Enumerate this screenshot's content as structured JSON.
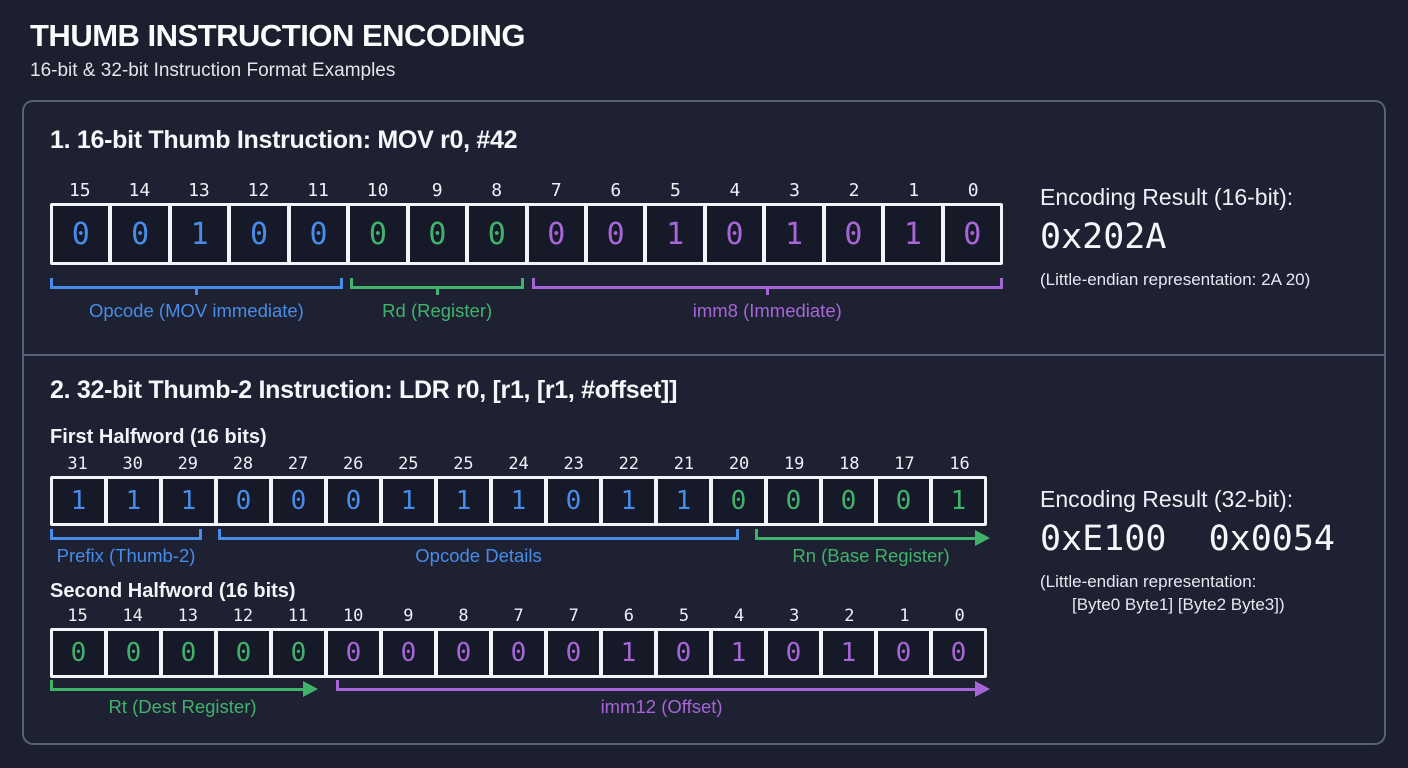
{
  "header": {
    "title": "THUMB INSTRUCTION ENCODING",
    "subtitle": "16-bit & 32-bit Instruction Format Examples"
  },
  "colors": {
    "blue": "#478ce8",
    "green": "#41b26c",
    "purple": "#a765d8"
  },
  "section1": {
    "heading": "1. 16-bit Thumb Instruction: MOV r0, #42",
    "bits": [
      {
        "label": "15",
        "value": "0",
        "color": "blue"
      },
      {
        "label": "14",
        "value": "0",
        "color": "blue"
      },
      {
        "label": "13",
        "value": "1",
        "color": "blue"
      },
      {
        "label": "12",
        "value": "0",
        "color": "blue"
      },
      {
        "label": "11",
        "value": "0",
        "color": "blue"
      },
      {
        "label": "10",
        "value": "0",
        "color": "green"
      },
      {
        "label": "9",
        "value": "0",
        "color": "green"
      },
      {
        "label": "8",
        "value": "0",
        "color": "green"
      },
      {
        "label": "7",
        "value": "0",
        "color": "purple"
      },
      {
        "label": "6",
        "value": "0",
        "color": "purple"
      },
      {
        "label": "5",
        "value": "1",
        "color": "purple"
      },
      {
        "label": "4",
        "value": "0",
        "color": "purple"
      },
      {
        "label": "3",
        "value": "1",
        "color": "purple"
      },
      {
        "label": "2",
        "value": "0",
        "color": "purple"
      },
      {
        "label": "1",
        "value": "1",
        "color": "purple"
      },
      {
        "label": "0",
        "value": "0",
        "color": "purple"
      }
    ],
    "fields": [
      {
        "label": "Opcode (MOV immediate)",
        "color": "blue",
        "cells": 5,
        "style": "brace"
      },
      {
        "label": "Rd (Register)",
        "color": "green",
        "cells": 3,
        "style": "brace"
      },
      {
        "label": "imm8 (Immediate)",
        "color": "purple",
        "cells": 8,
        "style": "brace"
      }
    ],
    "result": {
      "title": "Encoding Result (16-bit):",
      "value": "0x202A",
      "note": "(Little-endian representation: 2A 20)"
    }
  },
  "section2": {
    "heading": "2. 32-bit Thumb-2 Instruction: LDR r0, [r1, [r1, #offset]]",
    "halfwords": [
      {
        "name": "First Halfword (16 bits)",
        "bits": [
          {
            "label": "31",
            "value": "1",
            "color": "blue"
          },
          {
            "label": "30",
            "value": "1",
            "color": "blue"
          },
          {
            "label": "29",
            "value": "1",
            "color": "blue"
          },
          {
            "label": "28",
            "value": "0",
            "color": "blue"
          },
          {
            "label": "27",
            "value": "0",
            "color": "blue"
          },
          {
            "label": "26",
            "value": "0",
            "color": "blue"
          },
          {
            "label": "25",
            "value": "1",
            "color": "blue"
          },
          {
            "label": "25",
            "value": "1",
            "color": "blue"
          },
          {
            "label": "24",
            "value": "1",
            "color": "blue"
          },
          {
            "label": "23",
            "value": "0",
            "color": "blue"
          },
          {
            "label": "22",
            "value": "1",
            "color": "blue"
          },
          {
            "label": "21",
            "value": "1",
            "color": "blue"
          },
          {
            "label": "20",
            "value": "0",
            "color": "green"
          },
          {
            "label": "19",
            "value": "0",
            "color": "green"
          },
          {
            "label": "18",
            "value": "0",
            "color": "green"
          },
          {
            "label": "17",
            "value": "0",
            "color": "green"
          },
          {
            "label": "16",
            "value": "1",
            "color": "green"
          }
        ],
        "fields": [
          {
            "label": "Prefix (Thumb-2)",
            "color": "blue",
            "cells": 2.85,
            "style": "bracket"
          },
          {
            "label": "Opcode Details",
            "color": "blue",
            "cells": 9.55,
            "style": "bracket"
          },
          {
            "label": "Rn (Base Register)",
            "color": "green",
            "cells": 4.3,
            "style": "arrow"
          }
        ]
      },
      {
        "name": "Second Halfword (16 bits)",
        "bits": [
          {
            "label": "15",
            "value": "0",
            "color": "green"
          },
          {
            "label": "14",
            "value": "0",
            "color": "green"
          },
          {
            "label": "13",
            "value": "0",
            "color": "green"
          },
          {
            "label": "12",
            "value": "0",
            "color": "green"
          },
          {
            "label": "11",
            "value": "0",
            "color": "green"
          },
          {
            "label": "10",
            "value": "0",
            "color": "purple"
          },
          {
            "label": "9",
            "value": "0",
            "color": "purple"
          },
          {
            "label": "8",
            "value": "0",
            "color": "purple"
          },
          {
            "label": "7",
            "value": "0",
            "color": "purple"
          },
          {
            "label": "7",
            "value": "0",
            "color": "purple"
          },
          {
            "label": "6",
            "value": "1",
            "color": "purple"
          },
          {
            "label": "5",
            "value": "0",
            "color": "purple"
          },
          {
            "label": "4",
            "value": "1",
            "color": "purple"
          },
          {
            "label": "3",
            "value": "0",
            "color": "purple"
          },
          {
            "label": "2",
            "value": "1",
            "color": "purple"
          },
          {
            "label": "1",
            "value": "0",
            "color": "purple"
          },
          {
            "label": "0",
            "value": "0",
            "color": "purple"
          }
        ],
        "fields": [
          {
            "label": "Rt (Dest Register)",
            "color": "green",
            "cells": 4.9,
            "style": "arrow"
          },
          {
            "label": "imm12 (Offset)",
            "color": "purple",
            "cells": 11.9,
            "style": "arrow"
          }
        ]
      }
    ],
    "result": {
      "title": "Encoding Result (32-bit):",
      "value": "0xE100  0x0054",
      "note_line1": "(Little-endian representation:",
      "note_line2": "[Byte0 Byte1] [Byte2 Byte3])"
    }
  }
}
